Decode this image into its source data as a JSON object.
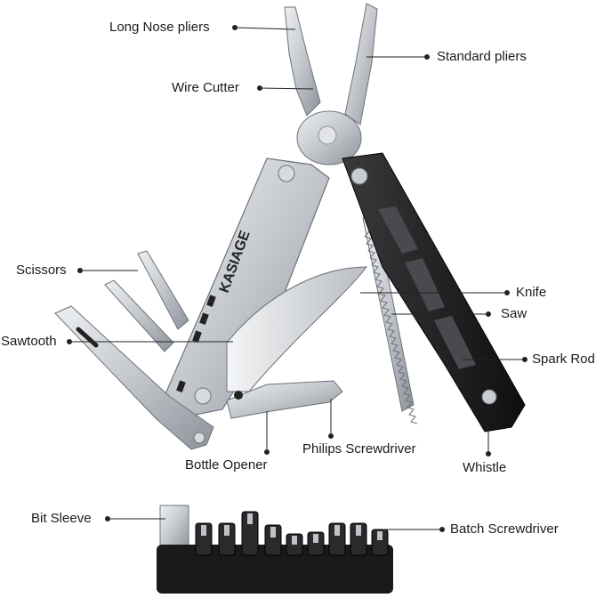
{
  "product": {
    "brand": "KASIAGE"
  },
  "labels": {
    "long_nose_pliers": "Long Nose pliers",
    "standard_pliers": "Standard pliers",
    "wire_cutter": "Wire Cutter",
    "scissors": "Scissors",
    "knife": "Knife",
    "saw": "Saw",
    "sawtooth": "Sawtooth",
    "spark_rod": "Spark Rod",
    "philips_screwdriver": "Philips Screwdriver",
    "bottle_opener": "Bottle Opener",
    "whistle": "Whistle",
    "bit_sleeve": "Bit Sleeve",
    "batch_screwdriver": "Batch Screwdriver"
  },
  "colors": {
    "steel": "#c9ccd0",
    "steel_dark": "#8a8f96",
    "handle_black": "#1c1c1e",
    "leader_line": "#222222"
  }
}
